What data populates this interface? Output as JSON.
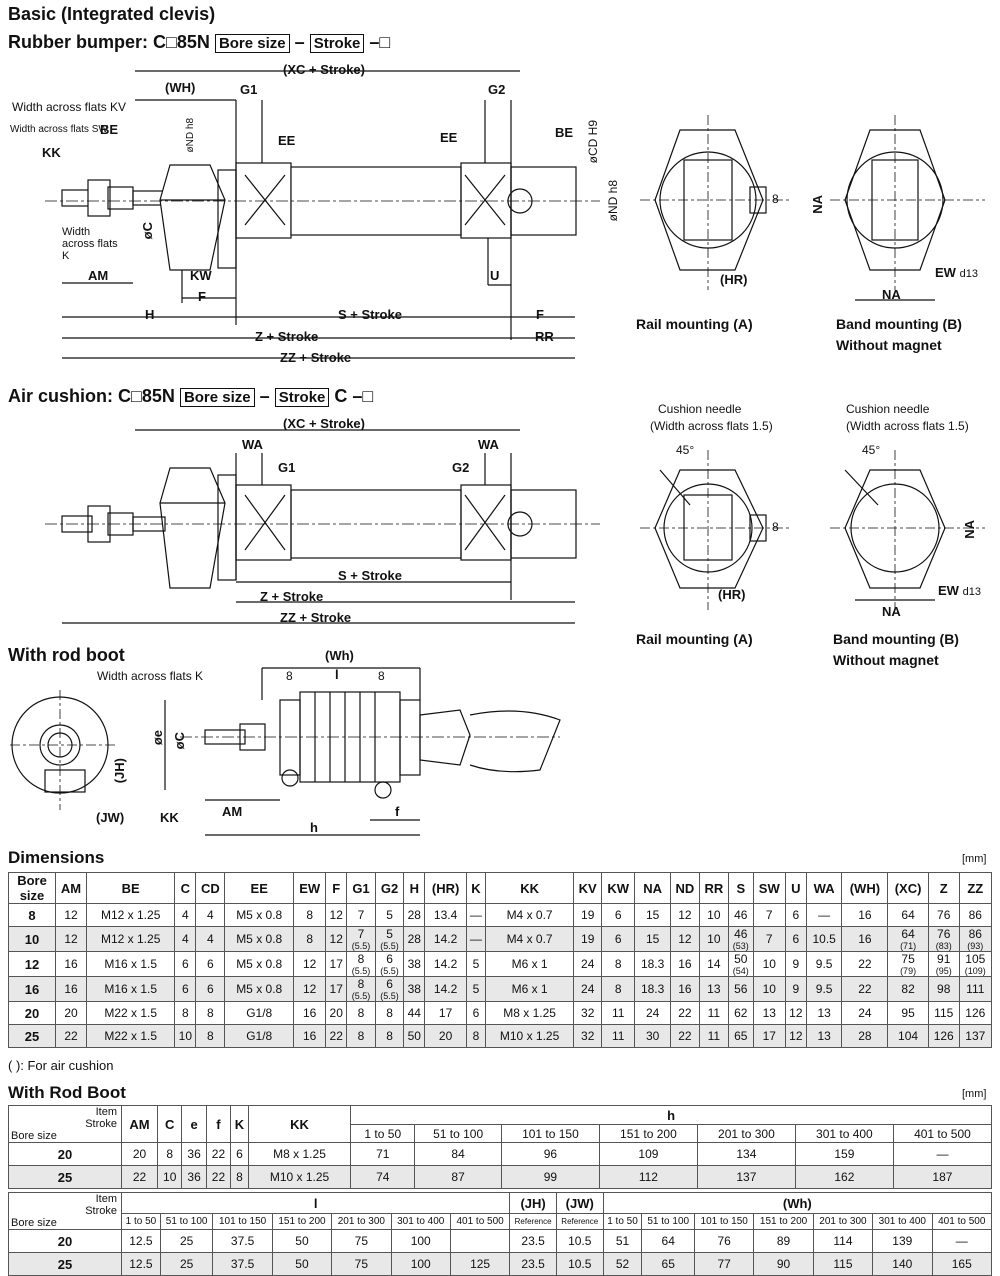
{
  "headings": {
    "basic": "Basic (Integrated clevis)",
    "rubber_prefix": "Rubber bumper: C",
    "rubber_model": "□85N",
    "bore_size_box": "Bore size",
    "stroke_box": "Stroke",
    "dash": "–",
    "suffix_box": "□",
    "air_prefix": "Air cushion: C",
    "air_model": "□85N",
    "air_c": "C",
    "rod_boot": "With rod boot",
    "dimensions": "Dimensions",
    "with_rod_boot": "With Rod Boot",
    "unit": "[mm]",
    "air_note": "( ): For air cushion"
  },
  "diagram_labels": {
    "xc_stroke": "(XC + Stroke)",
    "wh": "(WH)",
    "g1": "G1",
    "g2": "G2",
    "waf_kv": "Width across flats KV",
    "waf_sw": "Width across flats SW",
    "be": "BE",
    "kk": "KK",
    "ee": "EE",
    "nd": "øND h8",
    "cd": "øCD H9",
    "c": "øC",
    "waf_k": "Width across flats K",
    "am": "AM",
    "kw": "KW",
    "f": "F",
    "u": "U",
    "h": "H",
    "s_stroke": "S + Stroke",
    "z_stroke": "Z + Stroke",
    "zz_stroke": "ZZ + Stroke",
    "rr": "RR",
    "hr": "(HR)",
    "na": "NA",
    "ew": "EW",
    "d13": "d13",
    "eight": "8",
    "rail_mounting": "Rail mounting (A)",
    "band_mounting": "Band mounting (B)",
    "without_magnet": "Without magnet",
    "wa": "WA",
    "cushion_needle": "Cushion needle",
    "cushion_waf": "(Width across flats 1.5)",
    "deg45": "45°",
    "wh_boot": "(Wh)",
    "l": "l",
    "e": "øe",
    "jh": "(JH)",
    "jw": "(JW)",
    "h_boot": "h",
    "f_boot": "f",
    "waf_k_boot": "Width across flats K"
  },
  "dimensions": {
    "headers": [
      "Bore size",
      "AM",
      "BE",
      "C",
      "CD",
      "EE",
      "EW",
      "F",
      "G1",
      "G2",
      "H",
      "(HR)",
      "K",
      "KK",
      "KV",
      "KW",
      "NA",
      "ND",
      "RR",
      "S",
      "SW",
      "U",
      "WA",
      "(WH)",
      "(XC)",
      "Z",
      "ZZ"
    ],
    "rows": [
      [
        "8",
        "12",
        "M12 x 1.25",
        "4",
        "4",
        "M5 x 0.8",
        "8",
        "12",
        "7",
        "5",
        "28",
        "13.4",
        "—",
        "M4 x 0.7",
        "19",
        "6",
        "15",
        "12",
        "10",
        "46",
        "7",
        "6",
        "—",
        "16",
        "64",
        "76",
        "86"
      ],
      [
        "10",
        "12",
        "M12 x 1.25",
        "4",
        "4",
        "M5 x 0.8",
        "8",
        "12",
        "7 (5.5)",
        "5 (5.5)",
        "28",
        "14.2",
        "—",
        "M4 x 0.7",
        "19",
        "6",
        "15",
        "12",
        "10",
        "46 (53)",
        "7",
        "6",
        "10.5",
        "16",
        "64 (71)",
        "76 (83)",
        "86 (93)"
      ],
      [
        "12",
        "16",
        "M16 x 1.5",
        "6",
        "6",
        "M5 x 0.8",
        "12",
        "17",
        "8 (5.5)",
        "6 (5.5)",
        "38",
        "14.2",
        "5",
        "M6 x 1",
        "24",
        "8",
        "18.3",
        "16",
        "14",
        "50 (54)",
        "10",
        "9",
        "9.5",
        "22",
        "75 (79)",
        "91 (95)",
        "105 (109)"
      ],
      [
        "16",
        "16",
        "M16 x 1.5",
        "6",
        "6",
        "M5 x 0.8",
        "12",
        "17",
        "8 (5.5)",
        "6 (5.5)",
        "38",
        "14.2",
        "5",
        "M6 x 1",
        "24",
        "8",
        "18.3",
        "16",
        "13",
        "56",
        "10",
        "9",
        "9.5",
        "22",
        "82",
        "98",
        "111"
      ],
      [
        "20",
        "20",
        "M22 x 1.5",
        "8",
        "8",
        "G1/8",
        "16",
        "20",
        "8",
        "8",
        "44",
        "17",
        "6",
        "M8 x 1.25",
        "32",
        "11",
        "24",
        "22",
        "11",
        "62",
        "13",
        "12",
        "13",
        "24",
        "95",
        "115",
        "126"
      ],
      [
        "25",
        "22",
        "M22 x 1.5",
        "10",
        "8",
        "G1/8",
        "16",
        "22",
        "8",
        "8",
        "50",
        "20",
        "8",
        "M10 x 1.25",
        "32",
        "11",
        "30",
        "22",
        "11",
        "65",
        "17",
        "12",
        "13",
        "28",
        "104",
        "126",
        "137"
      ]
    ]
  },
  "rod_boot1": {
    "item": "Item",
    "stroke": "Stroke",
    "bore": "Bore size",
    "cols": [
      "AM",
      "C",
      "e",
      "f",
      "K",
      "KK"
    ],
    "h_label": "h",
    "h_ranges": [
      "1 to 50",
      "51 to 100",
      "101 to 150",
      "151 to 200",
      "201 to 300",
      "301 to 400",
      "401 to 500"
    ],
    "rows": [
      [
        "20",
        "20",
        "8",
        "36",
        "22",
        "6",
        "M8 x 1.25",
        "71",
        "84",
        "96",
        "109",
        "134",
        "159",
        "—"
      ],
      [
        "25",
        "22",
        "10",
        "36",
        "22",
        "8",
        "M10 x 1.25",
        "74",
        "87",
        "99",
        "112",
        "137",
        "162",
        "187"
      ]
    ]
  },
  "rod_boot2": {
    "item": "Item",
    "stroke": "Stroke",
    "bore": "Bore size",
    "l_label": "l",
    "jh": "(JH)",
    "jw": "(JW)",
    "ref": "Reference",
    "wh_label": "(Wh)",
    "ranges": [
      "1 to 50",
      "51 to 100",
      "101 to 150",
      "151 to 200",
      "201 to 300",
      "301 to 400",
      "401 to 500"
    ],
    "rows": [
      [
        "20",
        "12.5",
        "25",
        "37.5",
        "50",
        "75",
        "100",
        "",
        "23.5",
        "10.5",
        "51",
        "64",
        "76",
        "89",
        "114",
        "139",
        "—"
      ],
      [
        "25",
        "12.5",
        "25",
        "37.5",
        "50",
        "75",
        "100",
        "125",
        "23.5",
        "10.5",
        "52",
        "65",
        "77",
        "90",
        "115",
        "140",
        "165"
      ]
    ]
  }
}
